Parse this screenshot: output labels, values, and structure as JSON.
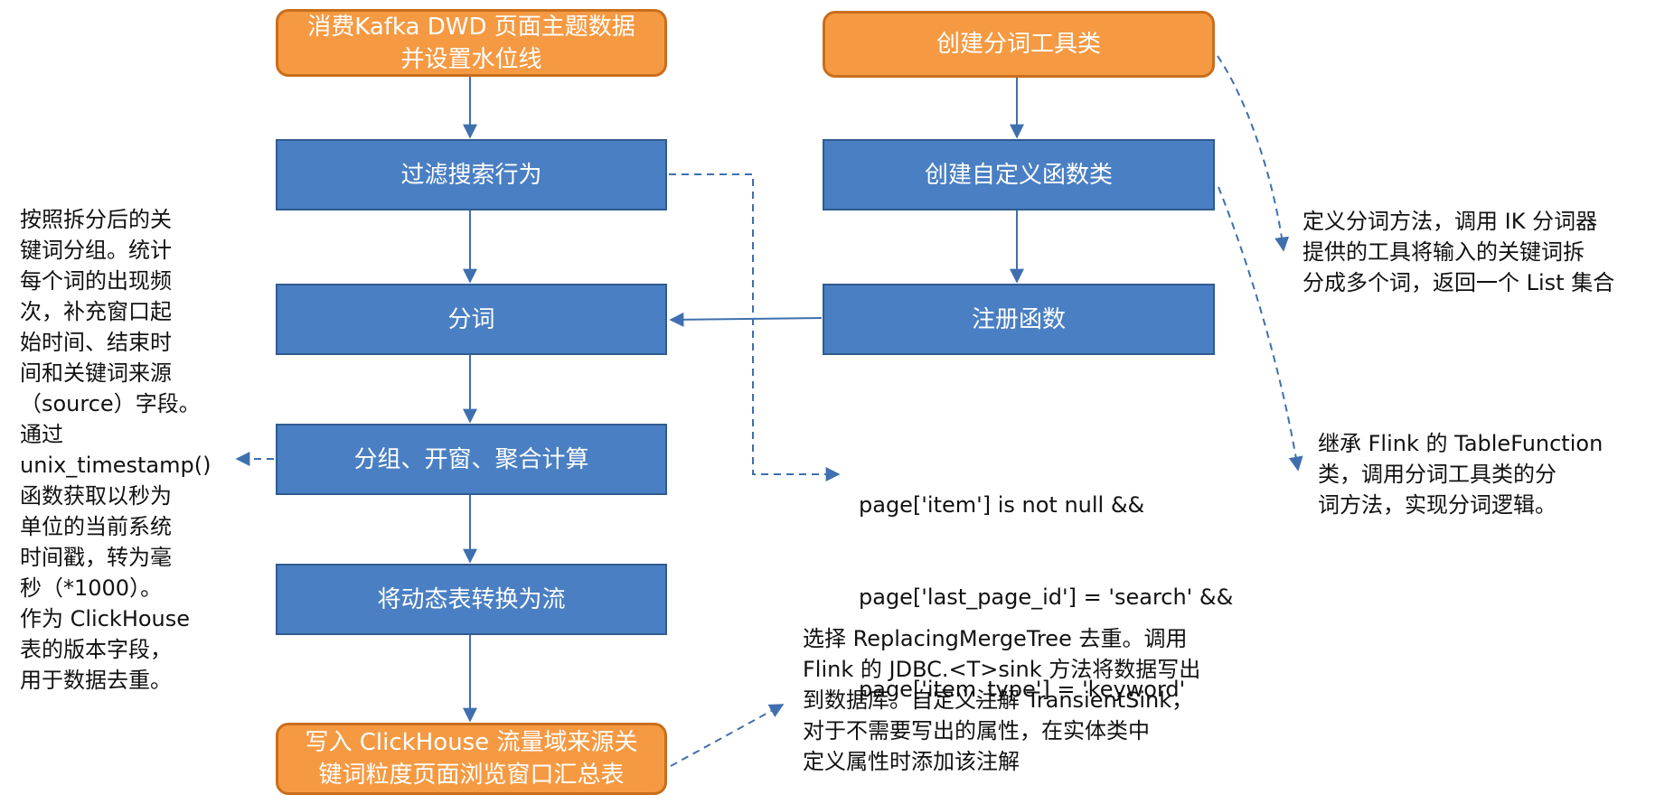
{
  "boxes": {
    "consume": "消费Kafka DWD 页面主题数据\n并设置水位线",
    "filter": "过滤搜索行为",
    "tokenize": "分词",
    "aggregate": "分组、开窗、聚合计算",
    "to_stream": "将动态表转换为流",
    "write": "写入 ClickHouse 流量域来源关\n键词粒度页面浏览窗口汇总表",
    "create_tool": "创建分词工具类",
    "create_udf": "创建自定义函数类",
    "register": "注册函数"
  },
  "notes": {
    "left": "按照拆分后的关\n键词分组。统计\n每个词的出现频\n次，补充窗口起\n始时间、结束时\n间和关键词来源\n（source）字段。\n通过\nunix_timestamp()\n函数获取以秒为\n单位的当前系统\n时间戳，转为毫\n秒（*1000）。\n作为 ClickHouse\n表的版本字段，\n用于数据去重。",
    "filter_condition": [
      "page['item'] is not null &&",
      "page['last_page_id'] = 'search' &&",
      "page['item_type'] = 'keyword'"
    ],
    "tool_desc": "定义分词方法，调用 IK 分词器\n提供的工具将输入的关键词拆\n分成多个词，返回一个 List 集合",
    "udf_desc": "继承 Flink 的 TableFunction\n类，调用分词工具类的分\n词方法，实现分词逻辑。",
    "sink_desc": "选择 ReplacingMergeTree 去重。调用\nFlink 的 JDBC.<T>sink 方法将数据写出\n到数据库。自定义注解 TransientSink，\n对于不需要写出的属性，在实体类中\n定义属性时添加该注解"
  },
  "colors": {
    "blue_fill": "#4a7fc3",
    "blue_border": "#2f5b91",
    "orange_fill": "#f59a43",
    "orange_border": "#c96e1c",
    "connector": "#3f6fae"
  }
}
